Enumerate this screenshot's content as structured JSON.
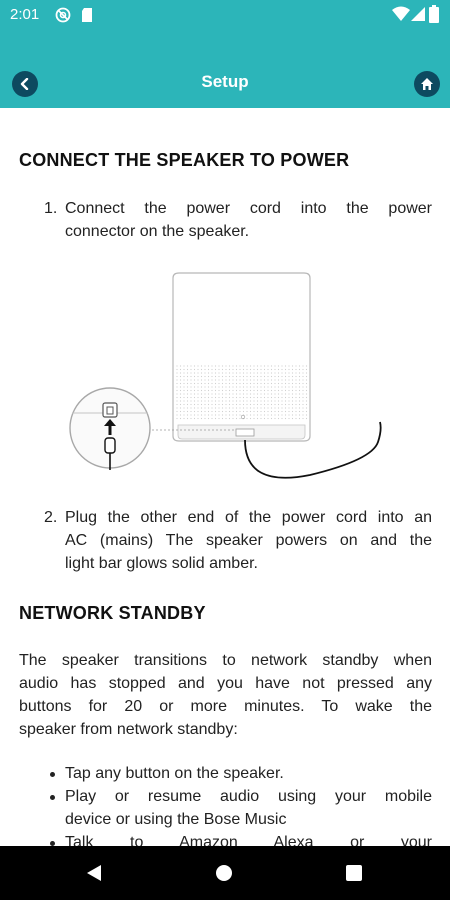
{
  "status_bar": {
    "time": "2:01",
    "icons": [
      "at-sign-icon",
      "sd-card-icon",
      "wifi-icon",
      "signal-icon",
      "battery-icon"
    ],
    "background": "#2cb5b9"
  },
  "app_bar": {
    "title": "Setup",
    "back_icon": "chevron-left-icon",
    "home_icon": "home-icon",
    "background": "#2cb5b9",
    "button_color": "#0d4a60"
  },
  "section1": {
    "heading": "CONNECT THE SPEAKER TO POWER",
    "steps": [
      {
        "number": "1.",
        "lines": [
          "Connect the power cord into the power",
          "connector on the speaker."
        ]
      },
      {
        "number": "2.",
        "lines": [
          "Plug the other end of the power cord into an",
          "AC (mains) The speaker powers on and the",
          "light bar glows solid amber."
        ]
      }
    ],
    "illustration": "speaker-power-connection-diagram"
  },
  "section2": {
    "heading": "NETWORK STANDBY",
    "paragraph_lines": [
      "The speaker transitions to network standby when",
      "audio has stopped and you have not pressed any",
      "buttons for 20 or more minutes. To wake the",
      "speaker from network standby:"
    ],
    "bullets": [
      {
        "lines": [
          "Tap any button on the speaker."
        ]
      },
      {
        "lines": [
          "Play or resume audio using your mobile",
          "device or using the Bose Music"
        ]
      },
      {
        "lines": [
          "Talk to Amazon Alexa or your"
        ]
      }
    ]
  },
  "nav_bar": {
    "icons": [
      "back-triangle-icon",
      "home-circle-icon",
      "recents-square-icon"
    ]
  }
}
